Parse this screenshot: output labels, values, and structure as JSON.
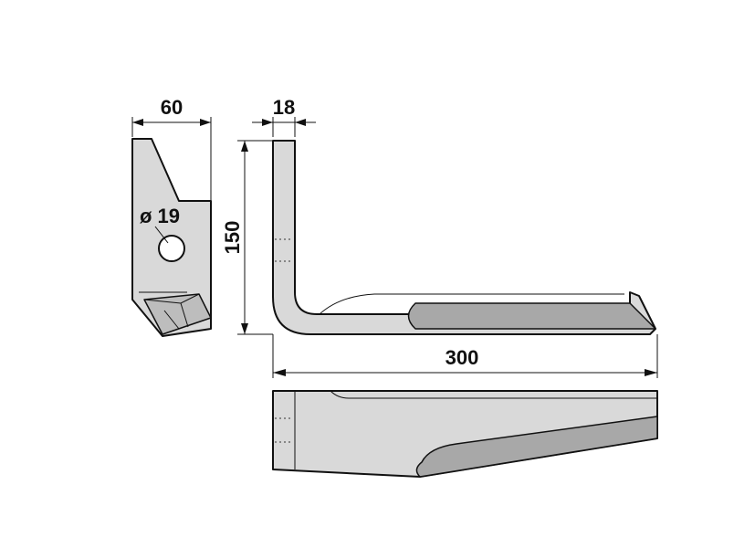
{
  "dimensions": {
    "width_side": "60",
    "thickness": "18",
    "height": "150",
    "length": "300",
    "hole": "ø 19"
  }
}
